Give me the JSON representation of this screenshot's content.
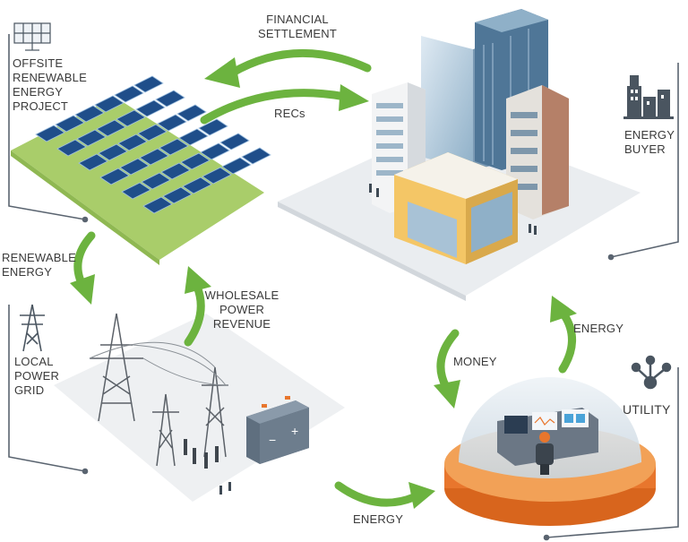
{
  "nodes": {
    "offsite_project": {
      "lines": [
        "OFFSITE",
        "RENEWABLE",
        "ENERGY",
        "PROJECT"
      ],
      "icon": "solar-panel-icon"
    },
    "energy_buyer": {
      "lines": [
        "ENERGY",
        "BUYER"
      ],
      "icon": "office-buildings-icon"
    },
    "local_grid": {
      "lines": [
        "LOCAL",
        "POWER",
        "GRID"
      ],
      "icon": "transmission-tower-icon"
    },
    "utility": {
      "lines": [
        "UTILITY"
      ],
      "icon": "network-node-icon"
    }
  },
  "flows": {
    "financial_settlement": [
      "FINANCIAL",
      "SETTLEMENT"
    ],
    "recs": "RECs",
    "renewable_energy": [
      "RENEWABLE",
      "ENERGY"
    ],
    "wholesale_revenue": [
      "WHOLESALE",
      "POWER",
      "REVENUE"
    ],
    "money": "MONEY",
    "energy_to_buyer": "ENERGY",
    "energy_to_utility": "ENERGY"
  },
  "colors": {
    "arrow_green": "#6cb33f",
    "corner_line": "#5a6470",
    "label_text": "#3a3a3a",
    "grass": "#a9cd6a",
    "solar_panel": "#1f4e8a",
    "utility_base": "#e8762d"
  }
}
